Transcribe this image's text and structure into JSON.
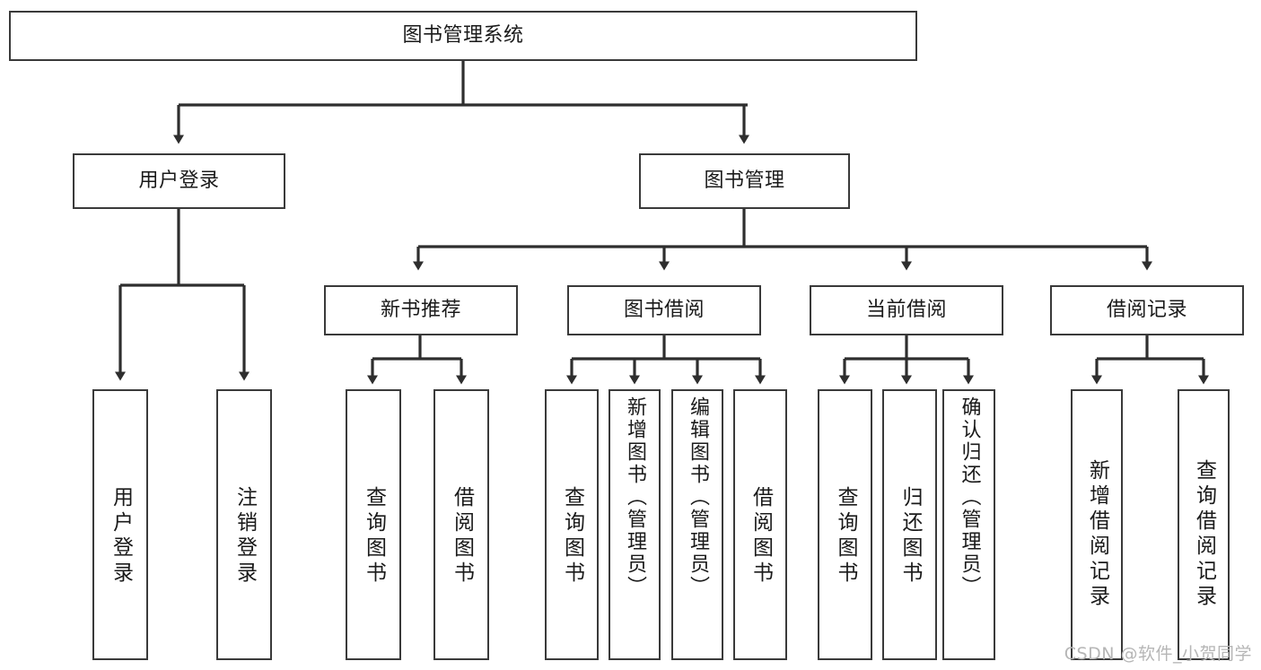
{
  "diagram": {
    "type": "hierarchy-tree",
    "title": "图书管理系统",
    "root": {
      "id": "root",
      "label": "图书管理系统"
    },
    "level1": [
      {
        "id": "user-login",
        "label": "用户登录"
      },
      {
        "id": "book-manage",
        "label": "图书管理"
      }
    ],
    "level2": [
      {
        "id": "new-book-rec",
        "label": "新书推荐",
        "parent": "book-manage"
      },
      {
        "id": "book-borrow",
        "label": "图书借阅",
        "parent": "book-manage"
      },
      {
        "id": "current-borrow",
        "label": "当前借阅",
        "parent": "book-manage"
      },
      {
        "id": "borrow-record",
        "label": "借阅记录",
        "parent": "book-manage"
      }
    ],
    "leaves": [
      {
        "id": "leaf-user-login",
        "label": "用户登录",
        "parent": "user-login"
      },
      {
        "id": "leaf-logout",
        "label": "注销登录",
        "parent": "user-login"
      },
      {
        "id": "leaf-query-book-1",
        "label": "查询图书",
        "parent": "new-book-rec"
      },
      {
        "id": "leaf-borrow-book-1",
        "label": "借阅图书",
        "parent": "new-book-rec"
      },
      {
        "id": "leaf-query-book-2",
        "label": "查询图书",
        "parent": "book-borrow"
      },
      {
        "id": "leaf-add-book",
        "label": "新增图书（管理员）",
        "parent": "book-borrow"
      },
      {
        "id": "leaf-edit-book",
        "label": "编辑图书（管理员）",
        "parent": "book-borrow"
      },
      {
        "id": "leaf-borrow-book-2",
        "label": "借阅图书",
        "parent": "book-borrow"
      },
      {
        "id": "leaf-query-book-3",
        "label": "查询图书",
        "parent": "current-borrow"
      },
      {
        "id": "leaf-return-book",
        "label": "归还图书",
        "parent": "current-borrow"
      },
      {
        "id": "leaf-confirm-return",
        "label": "确认归还（管理员）",
        "parent": "current-borrow"
      },
      {
        "id": "leaf-add-record",
        "label": "新增借阅记录",
        "parent": "borrow-record"
      },
      {
        "id": "leaf-query-record",
        "label": "查询借阅记录",
        "parent": "borrow-record"
      }
    ],
    "colors": {
      "stroke": "#3a3a3a",
      "fill": "#ffffff",
      "text": "#1a1a1a",
      "watermark": "#b6b6b6"
    }
  },
  "watermark": {
    "text": "CSDN @软件_小贺同学"
  }
}
